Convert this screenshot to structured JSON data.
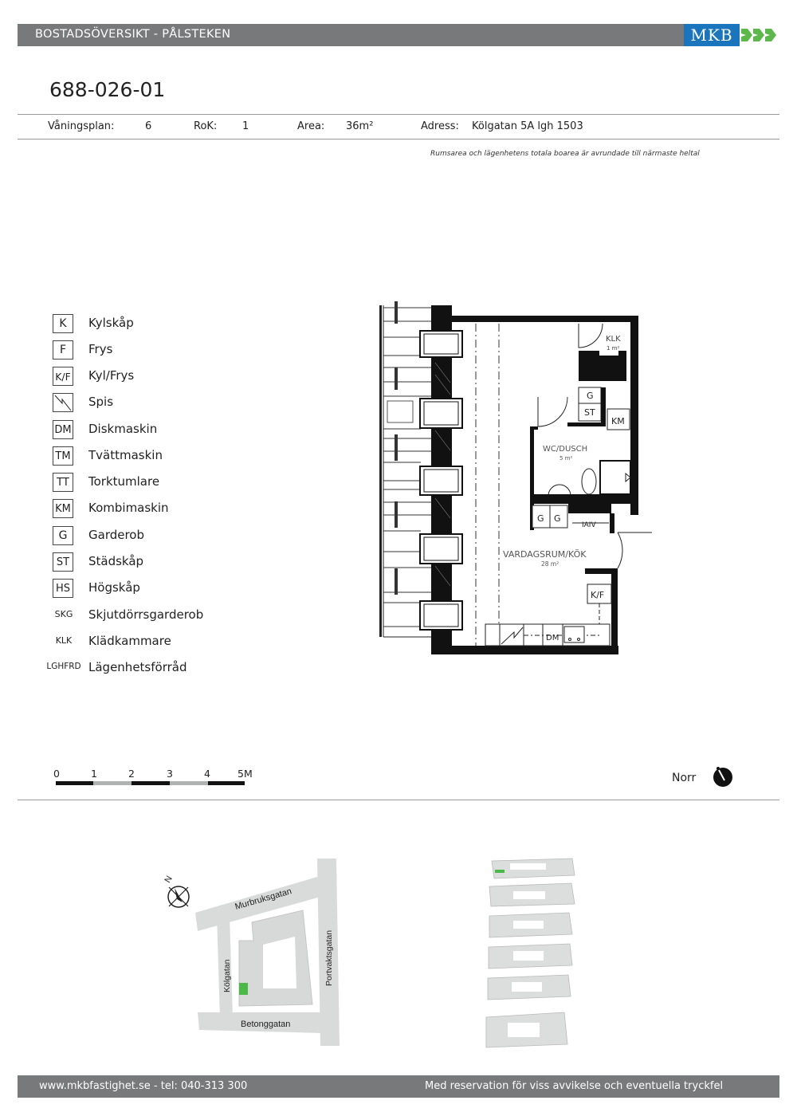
{
  "header": {
    "title": "BOSTADSÖVERSIKT - PÅLSTEKEN",
    "logo_text": "MKB",
    "colors": {
      "bar": "#77797b",
      "logo_blue": "#1b75bc",
      "logo_green": "#5cb84a"
    }
  },
  "apartment": {
    "id": "688-026-01",
    "info": {
      "floor_label": "Våningsplan:",
      "floor_value": "6",
      "rok_label": "RoK:",
      "rok_value": "1",
      "area_label": "Area:",
      "area_value": "36m²",
      "address_label": "Adress:",
      "address_value": "Kölgatan 5A lgh 1503"
    },
    "note": "Rumsarea och lägenhetens totala boarea är avrundade till närmaste heltal"
  },
  "legend": [
    {
      "code": "K",
      "label": "Kylskåp",
      "boxed": true
    },
    {
      "code": "F",
      "label": "Frys",
      "boxed": true
    },
    {
      "code": "K/F",
      "label": "Kyl/Frys",
      "boxed": true
    },
    {
      "code": "",
      "label": "Spis",
      "boxed": true,
      "icon": "stove-icon"
    },
    {
      "code": "DM",
      "label": "Diskmaskin",
      "boxed": true
    },
    {
      "code": "TM",
      "label": "Tvättmaskin",
      "boxed": true
    },
    {
      "code": "TT",
      "label": "Torktumlare",
      "boxed": true
    },
    {
      "code": "KM",
      "label": "Kombimaskin",
      "boxed": true
    },
    {
      "code": "G",
      "label": "Garderob",
      "boxed": true
    },
    {
      "code": "ST",
      "label": "Städskåp",
      "boxed": true
    },
    {
      "code": "HS",
      "label": "Högskåp",
      "boxed": true
    },
    {
      "code": "SKG",
      "label": "Skjutdörrsgarderob",
      "boxed": false
    },
    {
      "code": "KLK",
      "label": "Klädkammare",
      "boxed": false
    },
    {
      "code": "LGHFRD",
      "label": "Lägenhetsförråd",
      "boxed": false
    }
  ],
  "floorplan": {
    "rooms": [
      {
        "name": "KLK",
        "area": "1 m²"
      },
      {
        "name": "WC/DUSCH",
        "area": "5 m²"
      },
      {
        "name": "VARDAGSRUM/KÖK",
        "area": "28 m²"
      }
    ],
    "fixtures": [
      "G",
      "ST",
      "KM",
      "G",
      "G",
      "K/F",
      "DM"
    ]
  },
  "scale": {
    "ticks": [
      "0",
      "1",
      "2",
      "3",
      "4",
      "5M"
    ]
  },
  "north": {
    "label": "Norr"
  },
  "site_map": {
    "streets": [
      "Murbruksgatan",
      "Portvaktsgatan",
      "Kölgatan",
      "Betonggatan"
    ],
    "compass_label": "N",
    "highlight_color": "#4cb848"
  },
  "footer": {
    "contact": "www.mkbfastighet.se - tel: 040-313 300",
    "disclaimer": "Med reservation för viss avvikelse och eventuella tryckfel"
  }
}
